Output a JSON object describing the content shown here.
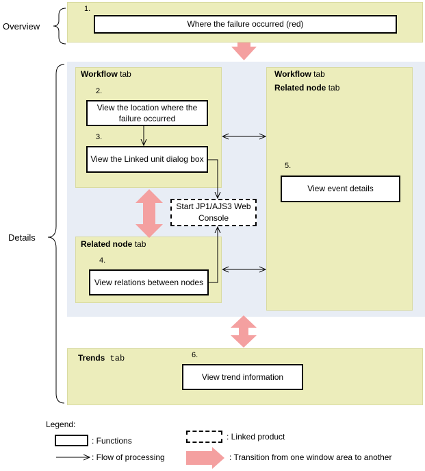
{
  "sections": {
    "overview_label": "Overview",
    "details_label": "Details"
  },
  "overview": {
    "step_number": "1.",
    "function_label": "Where the failure occurred (red)"
  },
  "workflow_tab": {
    "title_bold": "Workflow",
    "title_suffix": " tab",
    "step2_number": "2.",
    "step2_label": "View the location where the failure occurred",
    "step3_number": "3.",
    "step3_label": "View the Linked unit dialog box"
  },
  "workflow_related_tab": {
    "title1_bold": "Workflow",
    "title1_suffix": " tab",
    "title2_bold": "Related node",
    "title2_suffix": " tab",
    "step5_number": "5.",
    "step5_label": "View event details"
  },
  "related_node_tab": {
    "title_bold": "Related node",
    "title_suffix": " tab",
    "step4_number": "4.",
    "step4_label": "View relations between nodes"
  },
  "linked_product": {
    "label": "Start JP1/AJS3 Web Console"
  },
  "trends_tab": {
    "title_bold": "Trends",
    "title_suffix": " tab",
    "step6_number": "6.",
    "step6_label": "View trend information"
  },
  "legend": {
    "title": "Legend:",
    "functions": ": Functions",
    "linked_product": ": Linked product",
    "flow": ": Flow of processing",
    "transition": ": Transition from one window area to another"
  },
  "colors": {
    "yellow_fill": "#ecedbb",
    "blue_panel": "#e8edf5",
    "transition_arrow": "#f4a0a0"
  }
}
